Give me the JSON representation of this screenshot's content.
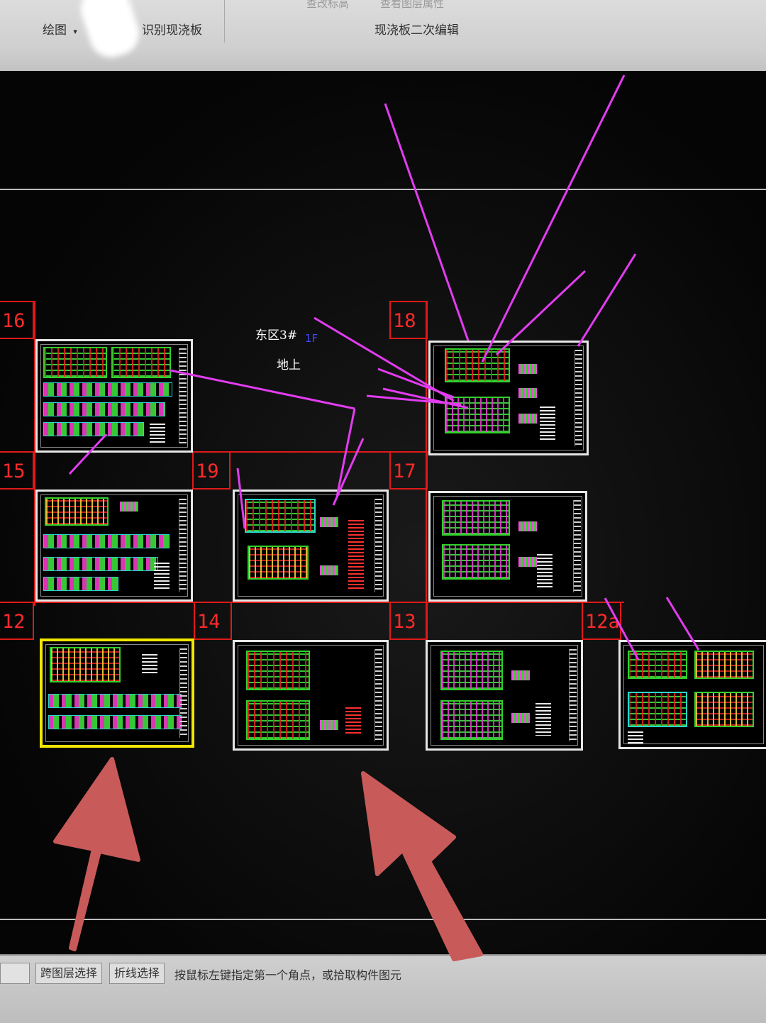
{
  "ribbon": {
    "faded_hints": [
      "查改标高",
      "查看图层属性"
    ],
    "draw_menu_label": "绘图",
    "draw_menu_caret": "▾",
    "identify_button_label": "识别现浇板",
    "secondary_edit_label": "现浇板二次编辑"
  },
  "canvas": {
    "cell_labels": {
      "c16": "16",
      "c18": "18",
      "c15": "15",
      "c19": "19",
      "c17": "17",
      "c12": "12",
      "c14": "14",
      "c13": "13",
      "c12a": "12a"
    },
    "annotations": {
      "zone_note": "东区3#",
      "blue_note": "1F",
      "ground_note": "地上"
    },
    "colors": {
      "background": "#000000",
      "cell_border": "#e01919",
      "selection": "#f2e600",
      "leader_lines": "#e23cf0"
    }
  },
  "status": {
    "cross_layer_select": "跨图层选择",
    "polyline_select": "折线选择",
    "prompt": "按鼠标左键指定第一个角点，或拾取构件图元"
  },
  "overlay": {
    "arrow_color": "#c85a5a"
  }
}
